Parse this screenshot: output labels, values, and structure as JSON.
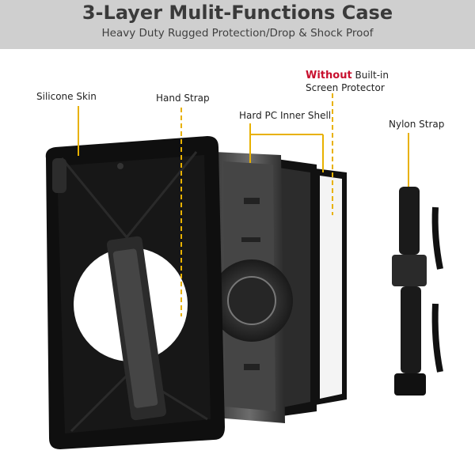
{
  "header": {
    "title": "3-Layer Mulit-Functions Case",
    "subtitle": "Heavy Duty Rugged Protection/Drop & Shock Proof"
  },
  "labels": {
    "silicone_skin": "Silicone Skin",
    "hand_strap": "Hand Strap",
    "hard_pc_shell": "Hard PC Inner Shell",
    "without": "Without",
    "built_in": " Built-in",
    "screen_protector": "Screen Protector",
    "nylon_strap": "Nylon Strap"
  },
  "colors": {
    "header_bg": "#cfcfcf",
    "leader_line": "#e8b100",
    "accent_red": "#c8102e",
    "case_black": "#0f0f0f"
  }
}
